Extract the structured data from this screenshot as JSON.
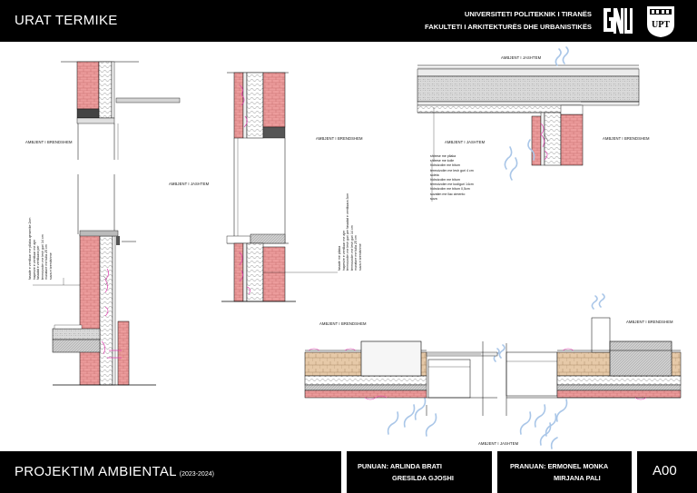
{
  "header": {
    "title": "URAT TERMIKE",
    "university": "UNIVERSITETI POLITEKNIK I TIRANËS",
    "faculty": "FAKULTETI I ARKITEKTURËS DHE URBANISTIKËS",
    "logo_left": "GNU",
    "logo_right": "UPT"
  },
  "labels": {
    "interior_1": "AMBJENT I BRENDSHEM",
    "exterior_1": "AMBJENT I JASHTEM",
    "interior_2": "AMBJENT I BRENDSHEM",
    "exterior_top": "AMBJENT I JASHTEM",
    "interior_right": "AMBJENT I BRENDSHEM",
    "exterior_mid": "AMBJENT I JASHTEM",
    "interior_bl": "AMBJENT I BRENDSHEM",
    "interior_br": "AMBJENT I BRENDSHEM",
    "exterior_bottom": "AMBJENT I JASHTEM"
  },
  "layers_left": [
    "fasade e ventiluar me pllaka qeramike 2cm",
    "hapesire e ventiluar me ajer",
    "fasadat e ventiluara per",
    "termoizolim me lesh guri 14 cm",
    "murature me tulla 25 cm",
    "suva e brendshme"
  ],
  "layers_middle": [
    "fasade me pllaka",
    "hapesire e ventiluar me ajer",
    "termoizolim me lesh guri per fasadat e ventiluara 3cm",
    "termoizolim me lesh guri 14 cm",
    "murature me tulla 25 cm",
    "suva e brendshme"
  ],
  "layers_roof": [
    "shtrese me pllaka",
    "shtrese me kolle",
    "hidroizolim me bitum",
    "termoizolim me lesh guri 4 cm",
    "soleta",
    "hidroizolim me bitum",
    "termoizolim me kodiguri 14cm",
    "hidroizolim me bitum 0,5cm",
    "suvatim me llac cimento",
    "suva"
  ],
  "footer": {
    "project": "PROJEKTIM AMBIENTAL",
    "year": "(2023-2024)",
    "made_by_1": "PUNUAN: ARLINDA BRATI",
    "made_by_2": "GRESILDA GJOSHI",
    "supervisor_1": "PRANUAN: ERMONEL MONKA",
    "supervisor_2": "MIRJANA PALI",
    "sheet_code": "A00"
  }
}
